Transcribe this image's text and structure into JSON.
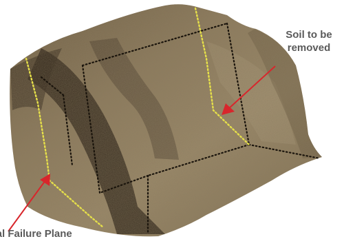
{
  "labels": {
    "soil_removed_line1": "Soil to be",
    "soil_removed_line2": "removed",
    "failure_plane": "...ial Failure Plane"
  },
  "colors": {
    "soil_light": "#9a8a6c",
    "soil_dark": "#3e3122",
    "failure_line": "#e6e04a",
    "box_outline": "#1a140c",
    "arrow": "#d8262c",
    "label_text": "#5a5a5a"
  }
}
